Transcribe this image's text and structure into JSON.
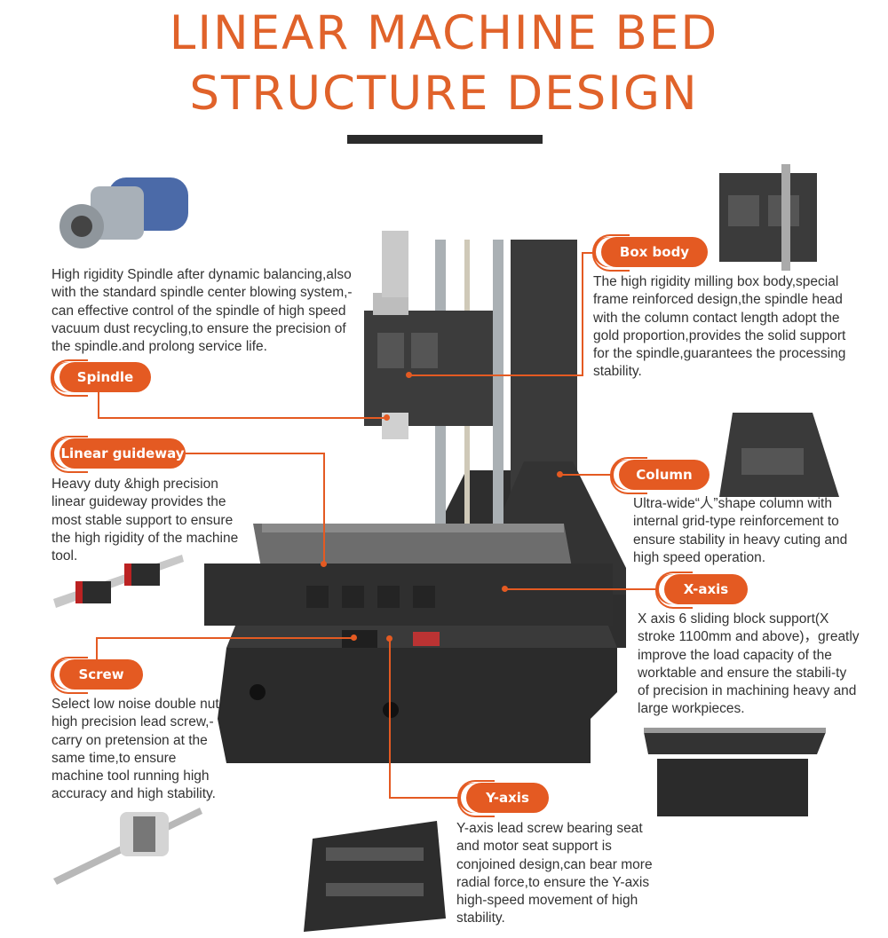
{
  "title": {
    "line1": "LINEAR MACHINE BED",
    "line2": "STRUCTURE DESIGN"
  },
  "colors": {
    "accent": "#e45a22",
    "title": "#e0622a",
    "dark": "#2b2b2b"
  },
  "callouts": {
    "spindle": {
      "label": "Spindle",
      "text": "High rigidity Spindle after dynamic balancing,also with the standard spindle center blowing system,-can effective control of the spindle of high speed vacuum dust recycling,to ensure the precision of the spindle.and prolong service life."
    },
    "linear_guideway": {
      "label": "Linear guideway",
      "text": "Heavy duty &high precision linear guideway provides the most stable support to ensure the high rigidity of the machine tool."
    },
    "screw": {
      "label": "Screw",
      "text": "Select low noise double nut high precision lead screw,-carry on pretension at the same time,to ensure machine tool running high accuracy and high stability."
    },
    "box_body": {
      "label": "Box body",
      "text": "The high rigidity milling box body,special frame reinforced design,the spindle head with the column contact length adopt the gold proportion,provides the solid support for the spindle,guarantees the processing stability."
    },
    "column": {
      "label": "Column",
      "text": "Ultra-wide“人”shape column with internal grid-type reinforcement to ensure stability in heavy cuting and high speed operation."
    },
    "x_axis": {
      "label": "X-axis",
      "text": "X axis 6 sliding block support(X stroke 1100mm and above)，greatly improve the load capacity of the worktable and ensure the stabili-ty of precision in machining heavy and large workpieces."
    },
    "y_axis": {
      "label": "Y-axis",
      "text": "Y-axis lead screw bearing seat and motor seat support is conjoined design,can bear more radial force,to ensure the Y-axis high-speed movement of high stability."
    }
  }
}
